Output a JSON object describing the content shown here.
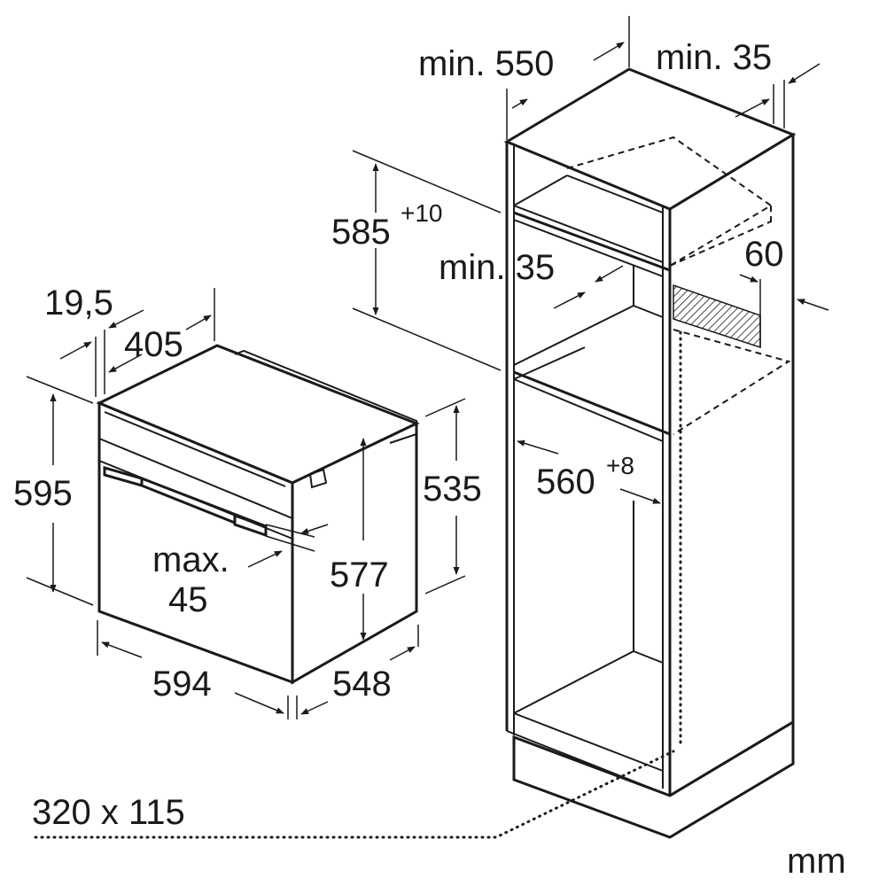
{
  "dimensions": {
    "min_550": "min. 550",
    "min_35_top": "min. 35",
    "d_585": "585",
    "d_585_tol": "+10",
    "d_60": "60",
    "min_35_mid": "min. 35",
    "d_19_5": "19,5",
    "d_405": "405",
    "d_595": "595",
    "d_535": "535",
    "d_560": "560",
    "d_560_tol": "+8",
    "max_line1": "max.",
    "max_line2": "45",
    "d_577": "577",
    "d_594": "594",
    "d_548": "548",
    "vent_opening": "320 x 115",
    "unit": "mm"
  }
}
